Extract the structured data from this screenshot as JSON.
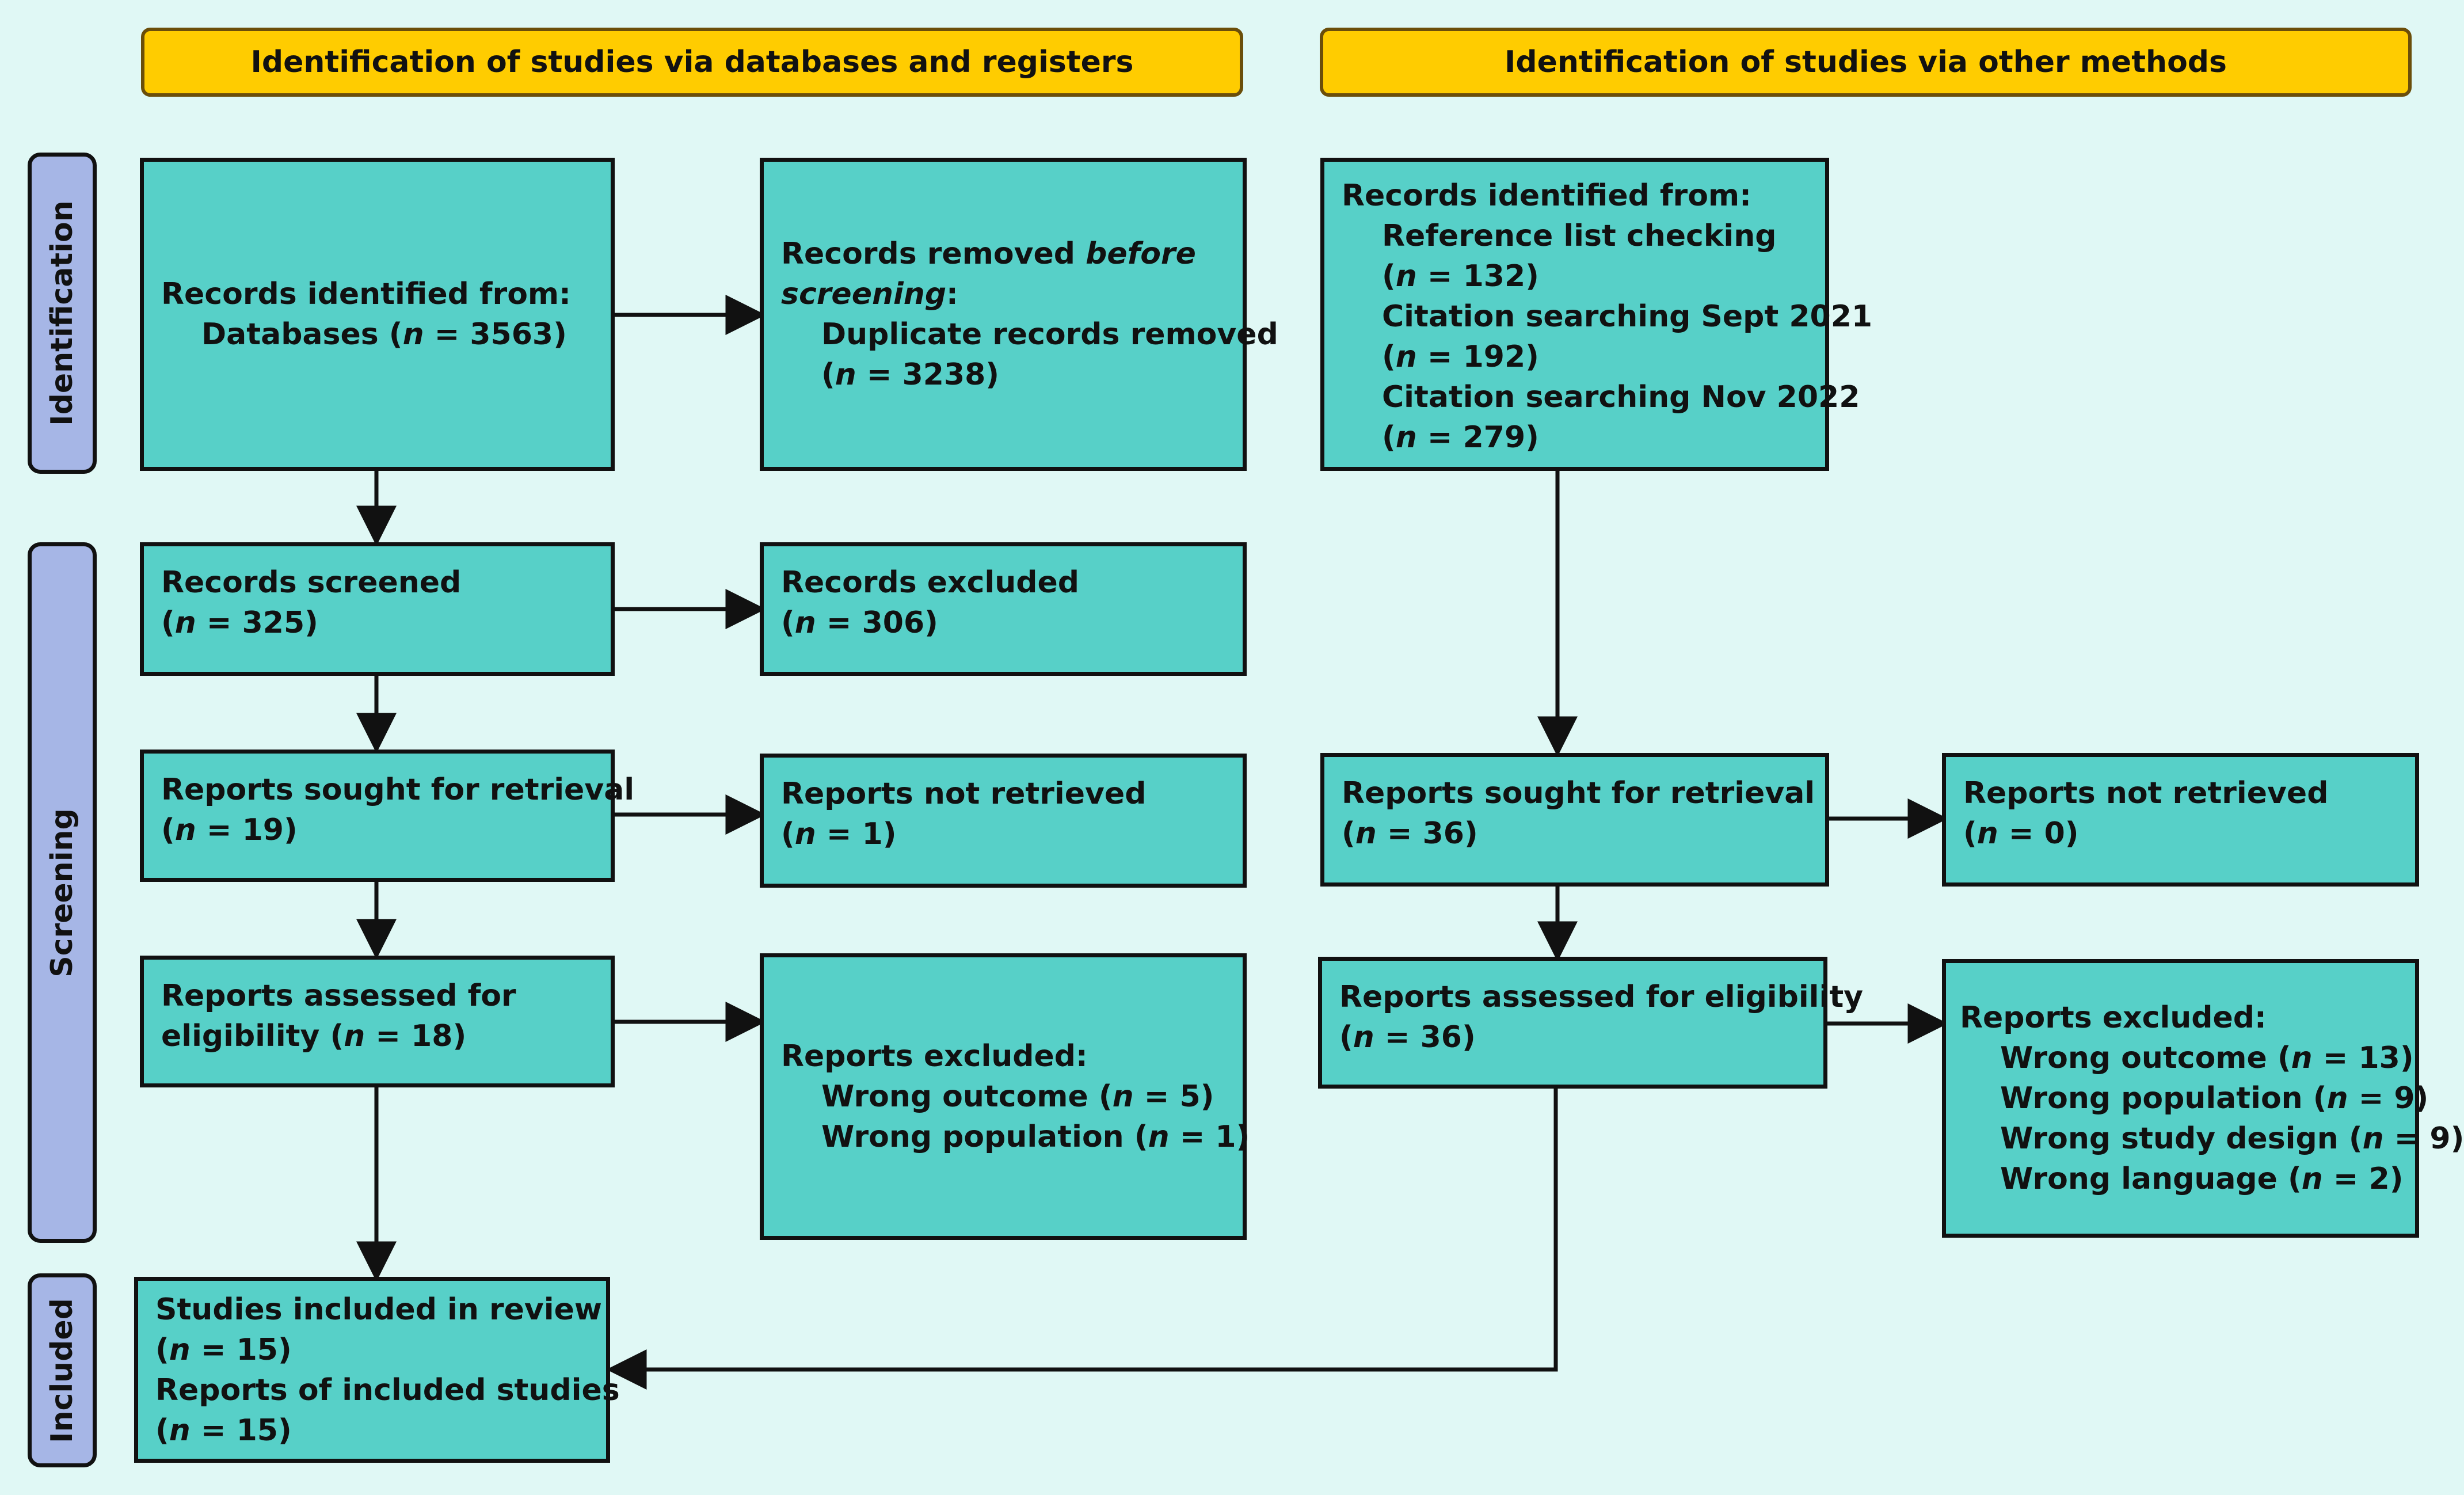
{
  "headers": {
    "databases": "Identification of studies via databases and registers",
    "other": "Identification of studies via other methods"
  },
  "phases": {
    "identification": "Identification",
    "screening": "Screening",
    "included": "Included"
  },
  "left": {
    "records_identified": {
      "line1": "Records identified from:",
      "line2_pre": "Databases (",
      "n": "n",
      "line2_post": " = 3563)"
    },
    "records_removed": {
      "pre": "Records removed ",
      "italic1": "before",
      "italic2": "screening",
      "post": ":",
      "line3": "Duplicate records removed",
      "n": "n",
      "line4_post": " = 3238)"
    },
    "records_screened": {
      "line1": "Records screened",
      "n": "n",
      "line2_post": " = 325)"
    },
    "records_excluded": {
      "line1": "Records excluded",
      "n": "n",
      "line2_post": " = 306)"
    },
    "reports_sought": {
      "line1": "Reports sought for retrieval",
      "n": "n",
      "line2_post": " = 19)"
    },
    "reports_not_retrieved": {
      "line1": "Reports not retrieved",
      "n": "n",
      "line2_post": " = 1)"
    },
    "reports_assessed": {
      "line1": "Reports assessed for",
      "line2_pre": "eligibility (",
      "n": "n",
      "line2_post": " = 18)"
    },
    "reports_excluded": {
      "line1": "Reports excluded:",
      "reasons": [
        {
          "pre": "Wrong outcome (",
          "n": "n",
          "post": " = 5)"
        },
        {
          "pre": "Wrong population (",
          "n": "n",
          "post": " = 1)"
        }
      ]
    },
    "included": {
      "line1": "Studies included in review",
      "n": "n",
      "line2_post": " = 15)",
      "line3": "Reports of included studies",
      "line4_post": " = 15)"
    }
  },
  "right": {
    "records_identified": {
      "line1": "Records identified from:",
      "sources": [
        {
          "name": "Reference list checking",
          "n": "n",
          "post": " = 132)"
        },
        {
          "name": "Citation searching Sept 2021",
          "n": "n",
          "post": " = 192)"
        },
        {
          "name": "Citation searching Nov 2022",
          "n": "n",
          "post": " = 279)"
        }
      ]
    },
    "reports_sought": {
      "line1": "Reports sought for retrieval",
      "n": "n",
      "line2_post": " = 36)"
    },
    "reports_not_retrieved": {
      "line1": "Reports not retrieved",
      "n": "n",
      "line2_post": " = 0)"
    },
    "reports_assessed": {
      "line1": "Reports assessed for eligibility",
      "n": "n",
      "line2_post": " = 36)"
    },
    "reports_excluded": {
      "line1": "Reports excluded:",
      "reasons": [
        {
          "pre": "Wrong outcome (",
          "n": "n",
          "post": " = 13)"
        },
        {
          "pre": "Wrong population (",
          "n": "n",
          "post": " = 9)"
        },
        {
          "pre": "Wrong study design (",
          "n": "n",
          "post": " = 9)"
        },
        {
          "pre": "Wrong language (",
          "n": "n",
          "post": " = 2)"
        }
      ]
    }
  },
  "colors": {
    "background": "#e0f8f5",
    "box": "#57d0c8",
    "header": "#ffcc00",
    "phase": "#a6b6e6"
  }
}
